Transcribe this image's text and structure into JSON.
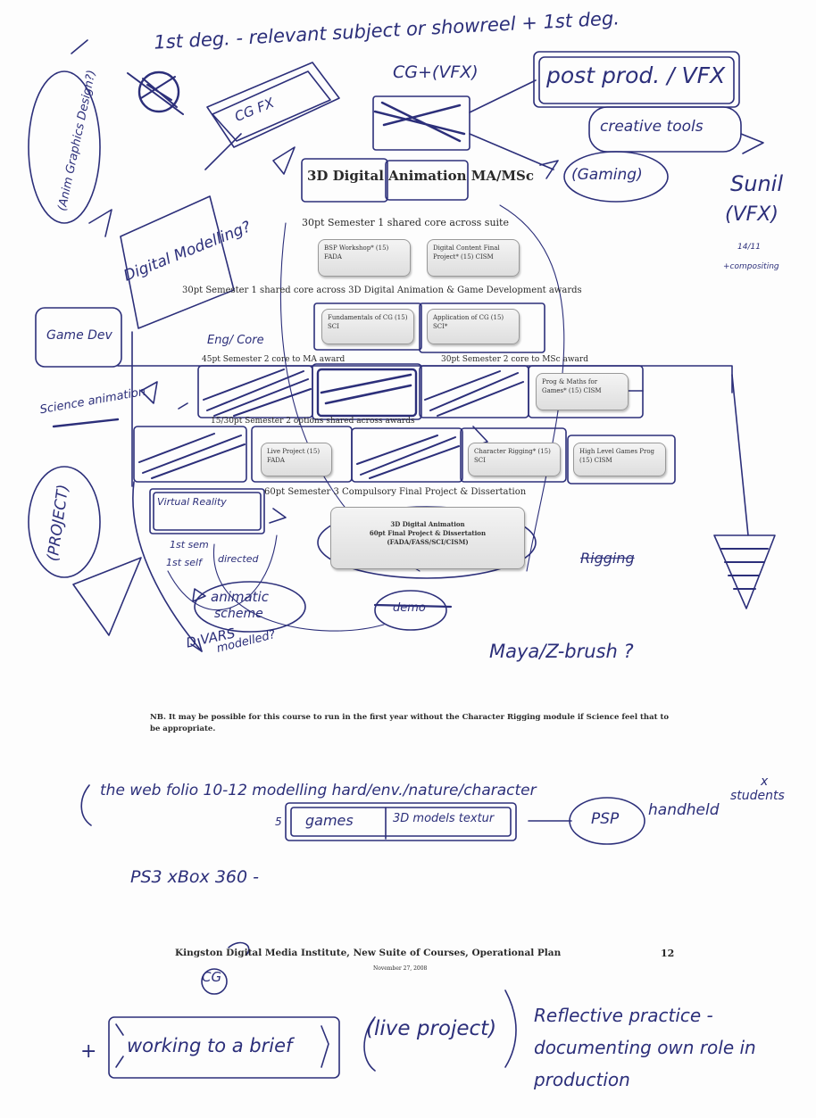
{
  "document": {
    "title": "3D Digital Animation MA/MSc",
    "semester_headers": {
      "sem1_suite": "30pt Semester 1 shared core across suite",
      "sem1_awards": "30pt Semester 1 shared core across 3D Digital Animation & Game Development awards",
      "sem2_ma": "45pt Semester 2 core to MA award",
      "sem2_msc": "30pt Semester 2 core to MSc award",
      "sem2_options": "15/30pt Semester 2 options shared across awards",
      "sem3": "60pt Semester 3 Compulsory Final Project & Dissertation"
    },
    "modules": {
      "bsp": "BSP Workshop* (15) FADA",
      "digital_content": "Digital Content Final Project* (15) CISM",
      "fundamentals": "Fundamentals of CG (15) SCI",
      "application": "Application of CG (15) SCI*",
      "prog_maths": "Prog & Maths for Games* (15) CISM",
      "live_project": "Live Project (15) FADA",
      "rigging": "Character Rigging* (15) SCI",
      "high_level": "High Level Games Prog (15) CISM",
      "final_project_line1": "3D Digital Animation",
      "final_project_line2": "60pt Final Project & Dissertation",
      "final_project_line3": "(FADA/FASS/SCI/CISM)"
    },
    "note": "NB. It may be possible for this course to run in the first year without the Character Rigging module if Science feel that to be appropriate.",
    "footer": {
      "title": "Kingston Digital Media Institute, New Suite of Courses, Operational Plan",
      "page_number": "12",
      "date": "November 27, 2008"
    }
  },
  "handwriting": {
    "top": "1st deg. - relevant subject or showreel + 1st deg.",
    "cg_vfx": "CG+(VFX)",
    "post_prod": "post prod. / VFX",
    "creative_tools": "creative tools",
    "gaming": "(Gaming)",
    "sunil": "Sunil",
    "vfx": "(VFX)",
    "sunil_date": "14/11",
    "compositing": "+compositing",
    "anim": "(Anim Graphics Design?)",
    "digital_modelling": "Digital Modelling?",
    "cg_fx": "CG FX",
    "game_dev": "Game Dev",
    "science_animation": "Science animation",
    "project": "(PROJECT)",
    "engl_core": "Eng/ Core",
    "virtual_reality": "Virtual Reality",
    "1st_1sem": "1st sem",
    "1st_self": "1st self",
    "directed": "directed",
    "animatic": "animatic",
    "scheme": "scheme",
    "d_vars": "D VARS",
    "modelled": "modelled?",
    "demo": "demo",
    "maya_zbrush": "Maya/Z-brush ?",
    "rigging_strike": "Rigging",
    "portfolio": "the web folio 10-12 modelling hard/env./nature/character",
    "games": "games",
    "3d_models": "3D models textur",
    "psp": "PSP",
    "handheld": "handheld",
    "students": "students",
    "ps3": "PS3 xBox 360 -",
    "working_to_brief": "working to a brief",
    "live_project": "(live project)",
    "reflective": "Reflective practice - documenting own role in production",
    "plus": "+",
    "five": "5",
    "x": "x",
    "ps3_footer": "CG"
  },
  "colors": {
    "ink": "#2c2f7a",
    "print": "#2a2a2a",
    "box_fill": "#e6e6e6"
  }
}
